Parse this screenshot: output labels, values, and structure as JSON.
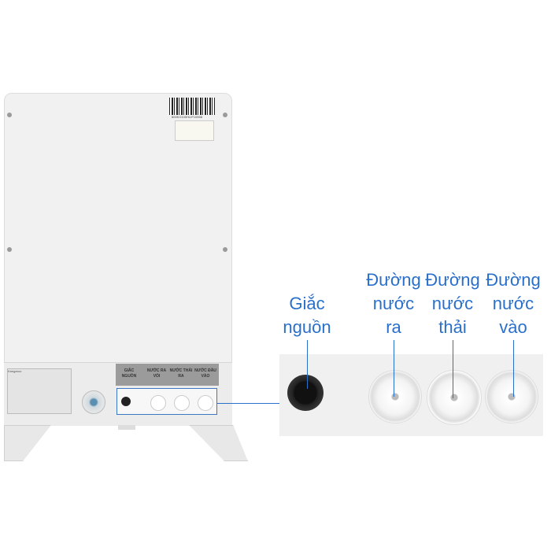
{
  "panel_labels": [
    "GIẮC NGUỒN",
    "NƯỚC RA VÒI",
    "NƯỚC THẢI RA",
    "NƯỚC ĐẦU VÀO"
  ],
  "callouts": [
    {
      "line1": "Giắc",
      "line2": "nguồn"
    },
    {
      "line1": "Đường",
      "line2": "nước",
      "line3": "ra"
    },
    {
      "line1": "Đường",
      "line2": "nước",
      "line3": "thải"
    },
    {
      "line1": "Đường",
      "line2": "nước",
      "line3": "vào"
    }
  ],
  "barcode_text": "800KG100HLIF10558",
  "brand": "Kangaroo",
  "accent_color": "#2a6fc9"
}
